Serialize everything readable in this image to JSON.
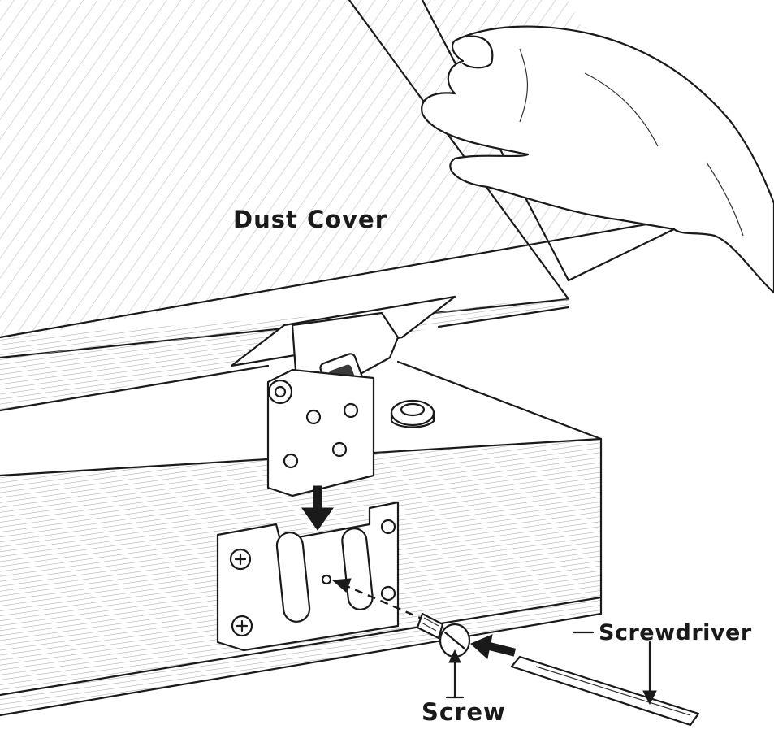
{
  "labels": {
    "dust_cover": "Dust Cover",
    "screwdriver": "Screwdriver",
    "screw": "Screw"
  },
  "colors": {
    "ink": "#1a1a1a",
    "shading": "#8a8a8a",
    "background": "#ffffff"
  }
}
